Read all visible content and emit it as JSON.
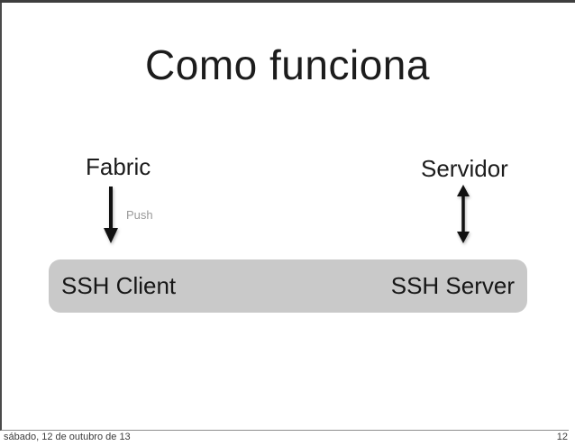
{
  "slide": {
    "title": "Como funciona",
    "fabric": {
      "label": "Fabric",
      "arrow_icon": "down-arrow-icon",
      "arrow_caption": "Push"
    },
    "servidor": {
      "label": "Servidor",
      "arrow_icon": "double-vertical-arrow-icon"
    },
    "ssh_bar": {
      "client_label": "SSH Client",
      "server_label": "SSH Server"
    }
  },
  "footer": {
    "date": "sábado, 12 de outubro de 13",
    "slide_number": "12"
  },
  "colors": {
    "top_bar": "#3e3e3e",
    "title_text": "#1c1c1c",
    "arrow": "#111111",
    "push_caption": "#9a9a9a",
    "ssh_bar_fill": "#c9c9c9",
    "footer_text": "#3c3c3c"
  }
}
